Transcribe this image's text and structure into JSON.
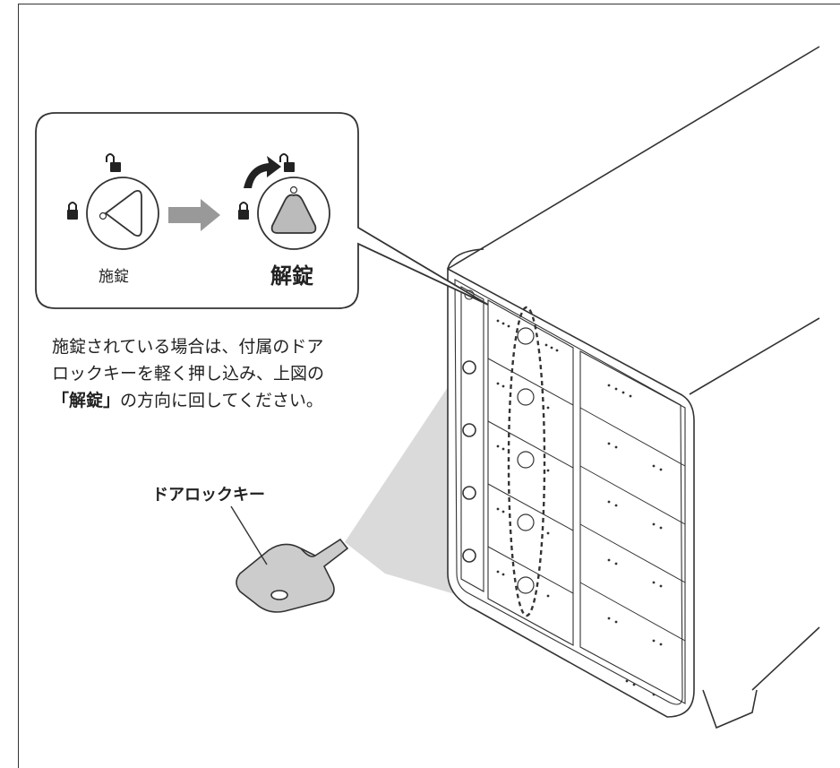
{
  "callout": {
    "locked_label": "施錠",
    "unlocked_label": "解錠"
  },
  "instruction": {
    "line1": "施錠されている場合は、付属のドア",
    "line2": "ロックキーを軽く押し込み、上図の",
    "line3_bold": "「解錠」",
    "line3_rest": "の方向に回してください。"
  },
  "key_label": "ドアロックキー",
  "icons": [
    "padlock-closed-icon",
    "padlock-open-icon",
    "curved-arrow-icon",
    "right-arrow-icon"
  ],
  "colors": {
    "line": "#333333",
    "fill_gray": "#bbbbbb",
    "beam": "#d0d0d0",
    "arrow_gray": "#999999"
  }
}
